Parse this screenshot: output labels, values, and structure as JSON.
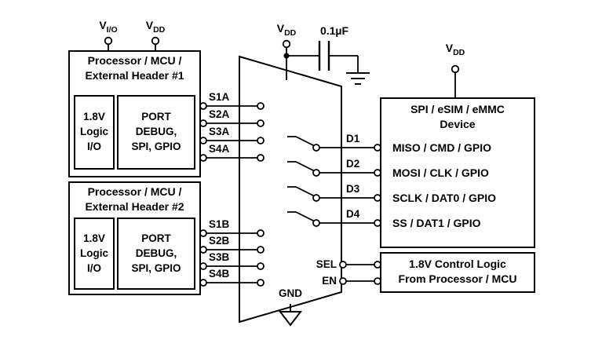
{
  "colors": {
    "line": "#000000",
    "background": "#ffffff",
    "text": "#000000"
  },
  "power": {
    "vio_base": "V",
    "vio_sub": "I/O",
    "vdd_base": "V",
    "vdd_sub": "DD",
    "cap_label": "0.1µF",
    "gnd_label": "GND"
  },
  "header1": {
    "title1": "Processor / MCU /",
    "title2": "External Header #1",
    "logic": [
      "1.8V",
      "Logic",
      "I/O"
    ],
    "port": [
      "PORT",
      "DEBUG,",
      "SPI, GPIO"
    ]
  },
  "header2": {
    "title1": "Processor / MCU /",
    "title2": "External Header #2",
    "logic": [
      "1.8V",
      "Logic",
      "I/O"
    ],
    "port": [
      "PORT",
      "DEBUG,",
      "SPI, GPIO"
    ]
  },
  "mux": {
    "inputs_a": [
      "S1A",
      "S2A",
      "S3A",
      "S4A"
    ],
    "inputs_b": [
      "S1B",
      "S2B",
      "S3B",
      "S4B"
    ],
    "outputs": [
      "D1",
      "D2",
      "D3",
      "D4"
    ],
    "sel": "SEL",
    "en": "EN"
  },
  "device": {
    "title1": "SPI / eSIM / eMMC",
    "title2": "Device",
    "pins": [
      "MISO / CMD / GPIO",
      "MOSI / CLK / GPIO",
      "SCLK / DAT0 / GPIO",
      "SS / DAT1 / GPIO"
    ]
  },
  "control": {
    "line1": "1.8V Control Logic",
    "line2": "From Processor / MCU"
  }
}
